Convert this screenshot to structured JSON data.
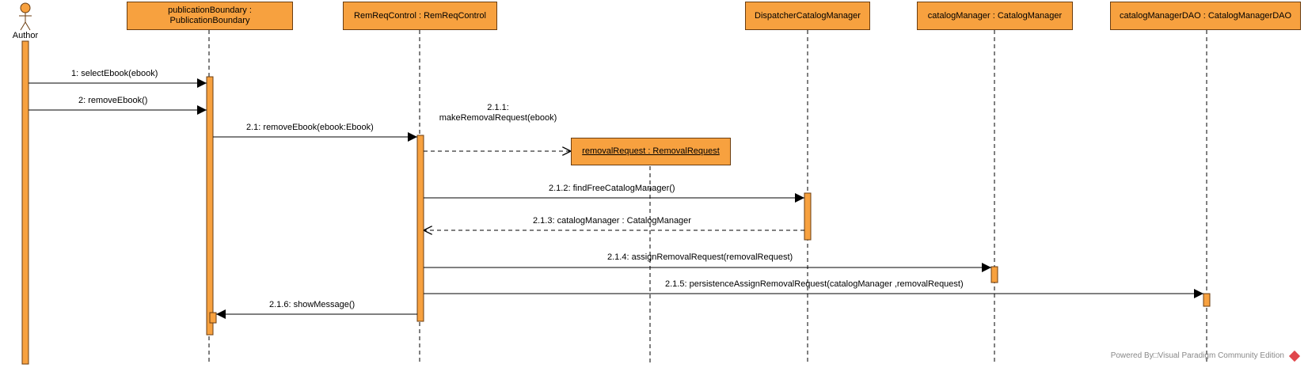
{
  "actor": {
    "label": "Author"
  },
  "lifelines": [
    {
      "id": "pb",
      "line1": "publicationBoundary :",
      "line2": "PublicationBoundary"
    },
    {
      "id": "rr",
      "line1": "RemReqControl : RemReqControl",
      "line2": ""
    },
    {
      "id": "rq",
      "line1": "removalRequest : RemovalRequest",
      "line2": ""
    },
    {
      "id": "dc",
      "line1": "DispatcherCatalogManager",
      "line2": ""
    },
    {
      "id": "cm",
      "line1": "catalogManager : CatalogManager",
      "line2": ""
    },
    {
      "id": "dao",
      "line1": "catalogManagerDAO : CatalogManagerDAO",
      "line2": ""
    }
  ],
  "messages": [
    {
      "id": "m1",
      "label": "1: selectEbook(ebook)"
    },
    {
      "id": "m2",
      "label": "2: removeEbook()"
    },
    {
      "id": "m21",
      "label": "2.1: removeEbook(ebook:Ebook)"
    },
    {
      "id": "m211",
      "label_line1": "2.1.1:",
      "label_line2": "makeRemovalRequest(ebook)"
    },
    {
      "id": "m212",
      "label": "2.1.2: findFreeCatalogManager()"
    },
    {
      "id": "m213",
      "label": "2.1.3: catalogManager : CatalogManager"
    },
    {
      "id": "m214",
      "label": "2.1.4: assignRemovalRequest(removalRequest)"
    },
    {
      "id": "m215",
      "label": "2.1.5: persistenceAssignRemovalRequest(catalogManager ,removalRequest)"
    },
    {
      "id": "m216",
      "label": "2.1.6: showMessage()"
    }
  ],
  "footer": {
    "text": "Powered By□Visual Paradigm Community Edition"
  },
  "colors": {
    "fill": "#f7a13f",
    "stroke": "#6b3d10",
    "line": "#000000"
  }
}
